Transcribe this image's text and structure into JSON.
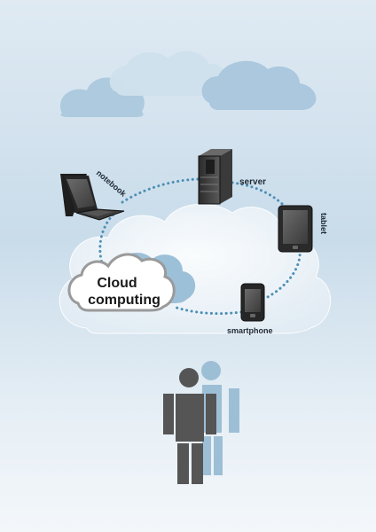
{
  "cloud_badge": {
    "line1": "Cloud",
    "line2": "computing"
  },
  "devices": {
    "notebook": "notebook",
    "server": "server",
    "tablet": "tablet",
    "smartphone": "smartphone"
  },
  "colors": {
    "sky_top": "#dfeaf3",
    "bg_cloud_blue": "#a9c6dc",
    "main_cloud": "#eef4f9",
    "dotted_ring": "#4d8fb5",
    "person_front": "#555555",
    "person_back": "#9dbfd6"
  },
  "icons": [
    "cloud-icon",
    "laptop-icon",
    "server-icon",
    "tablet-icon",
    "smartphone-icon",
    "person-icon"
  ]
}
